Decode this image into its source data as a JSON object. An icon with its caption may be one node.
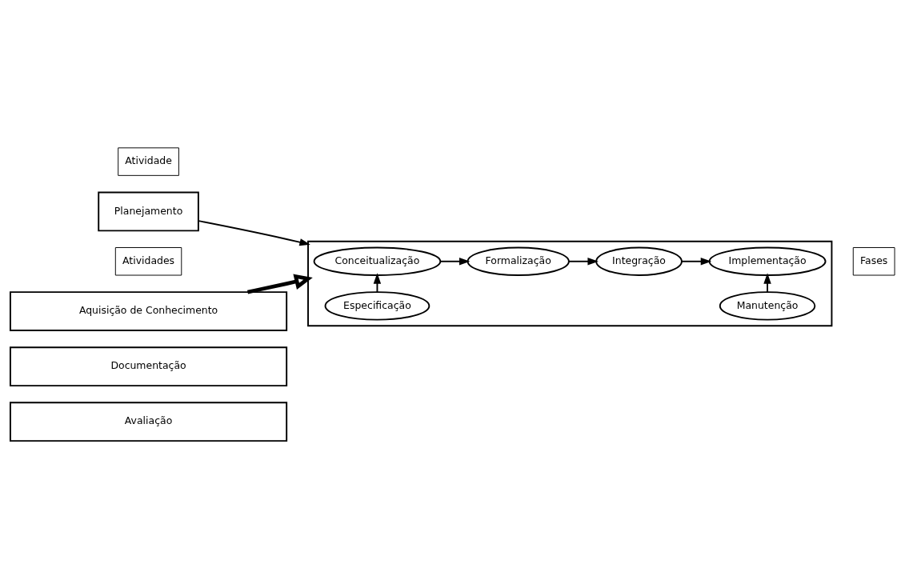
{
  "diagram": {
    "nodes": [
      {
        "text": [
          "Atividade"
        ]
      },
      {
        "text": [
          "Fases"
        ]
      },
      {
        "text": [
          "Planejamento"
        ]
      },
      {
        "text": [],
        "shape": "box"
      },
      {
        "text": [
          "Conceitualização"
        ],
        "in": 3
      },
      {
        "text": [
          "Formalização"
        ],
        "in": 3
      },
      {
        "text": [
          "Integração"
        ],
        "in": 3
      },
      {
        "text": [
          "Implementação"
        ],
        "in": 3
      },
      {
        "text": [
          "Especificação"
        ],
        "in": 3
      },
      {
        "text": [
          "Manutenção"
        ],
        "in": 3
      },
      {
        "text": [
          "Atividades"
        ]
      },
      {
        "text": [
          "Aquisição de Conhecimento"
        ]
      },
      {
        "text": [
          "Documentação"
        ]
      },
      {
        "text": [
          "Avaliação"
        ]
      }
    ],
    "edges": [
      {
        "from": 2,
        "to": 3,
        "arrow": "to"
      },
      {
        "from": 4,
        "to": 5,
        "arrow": "to"
      },
      {
        "from": 5,
        "to": 6,
        "arrow": "to"
      },
      {
        "from": 6,
        "to": 7,
        "arrow": "to"
      },
      {
        "from": 8,
        "to": 4,
        "arrow": "to"
      },
      {
        "from": 9,
        "to": 7,
        "arrow": "to"
      },
      {
        "from": 11,
        "to": 3,
        "arrow": "to",
        "style": "thick"
      }
    ]
  }
}
